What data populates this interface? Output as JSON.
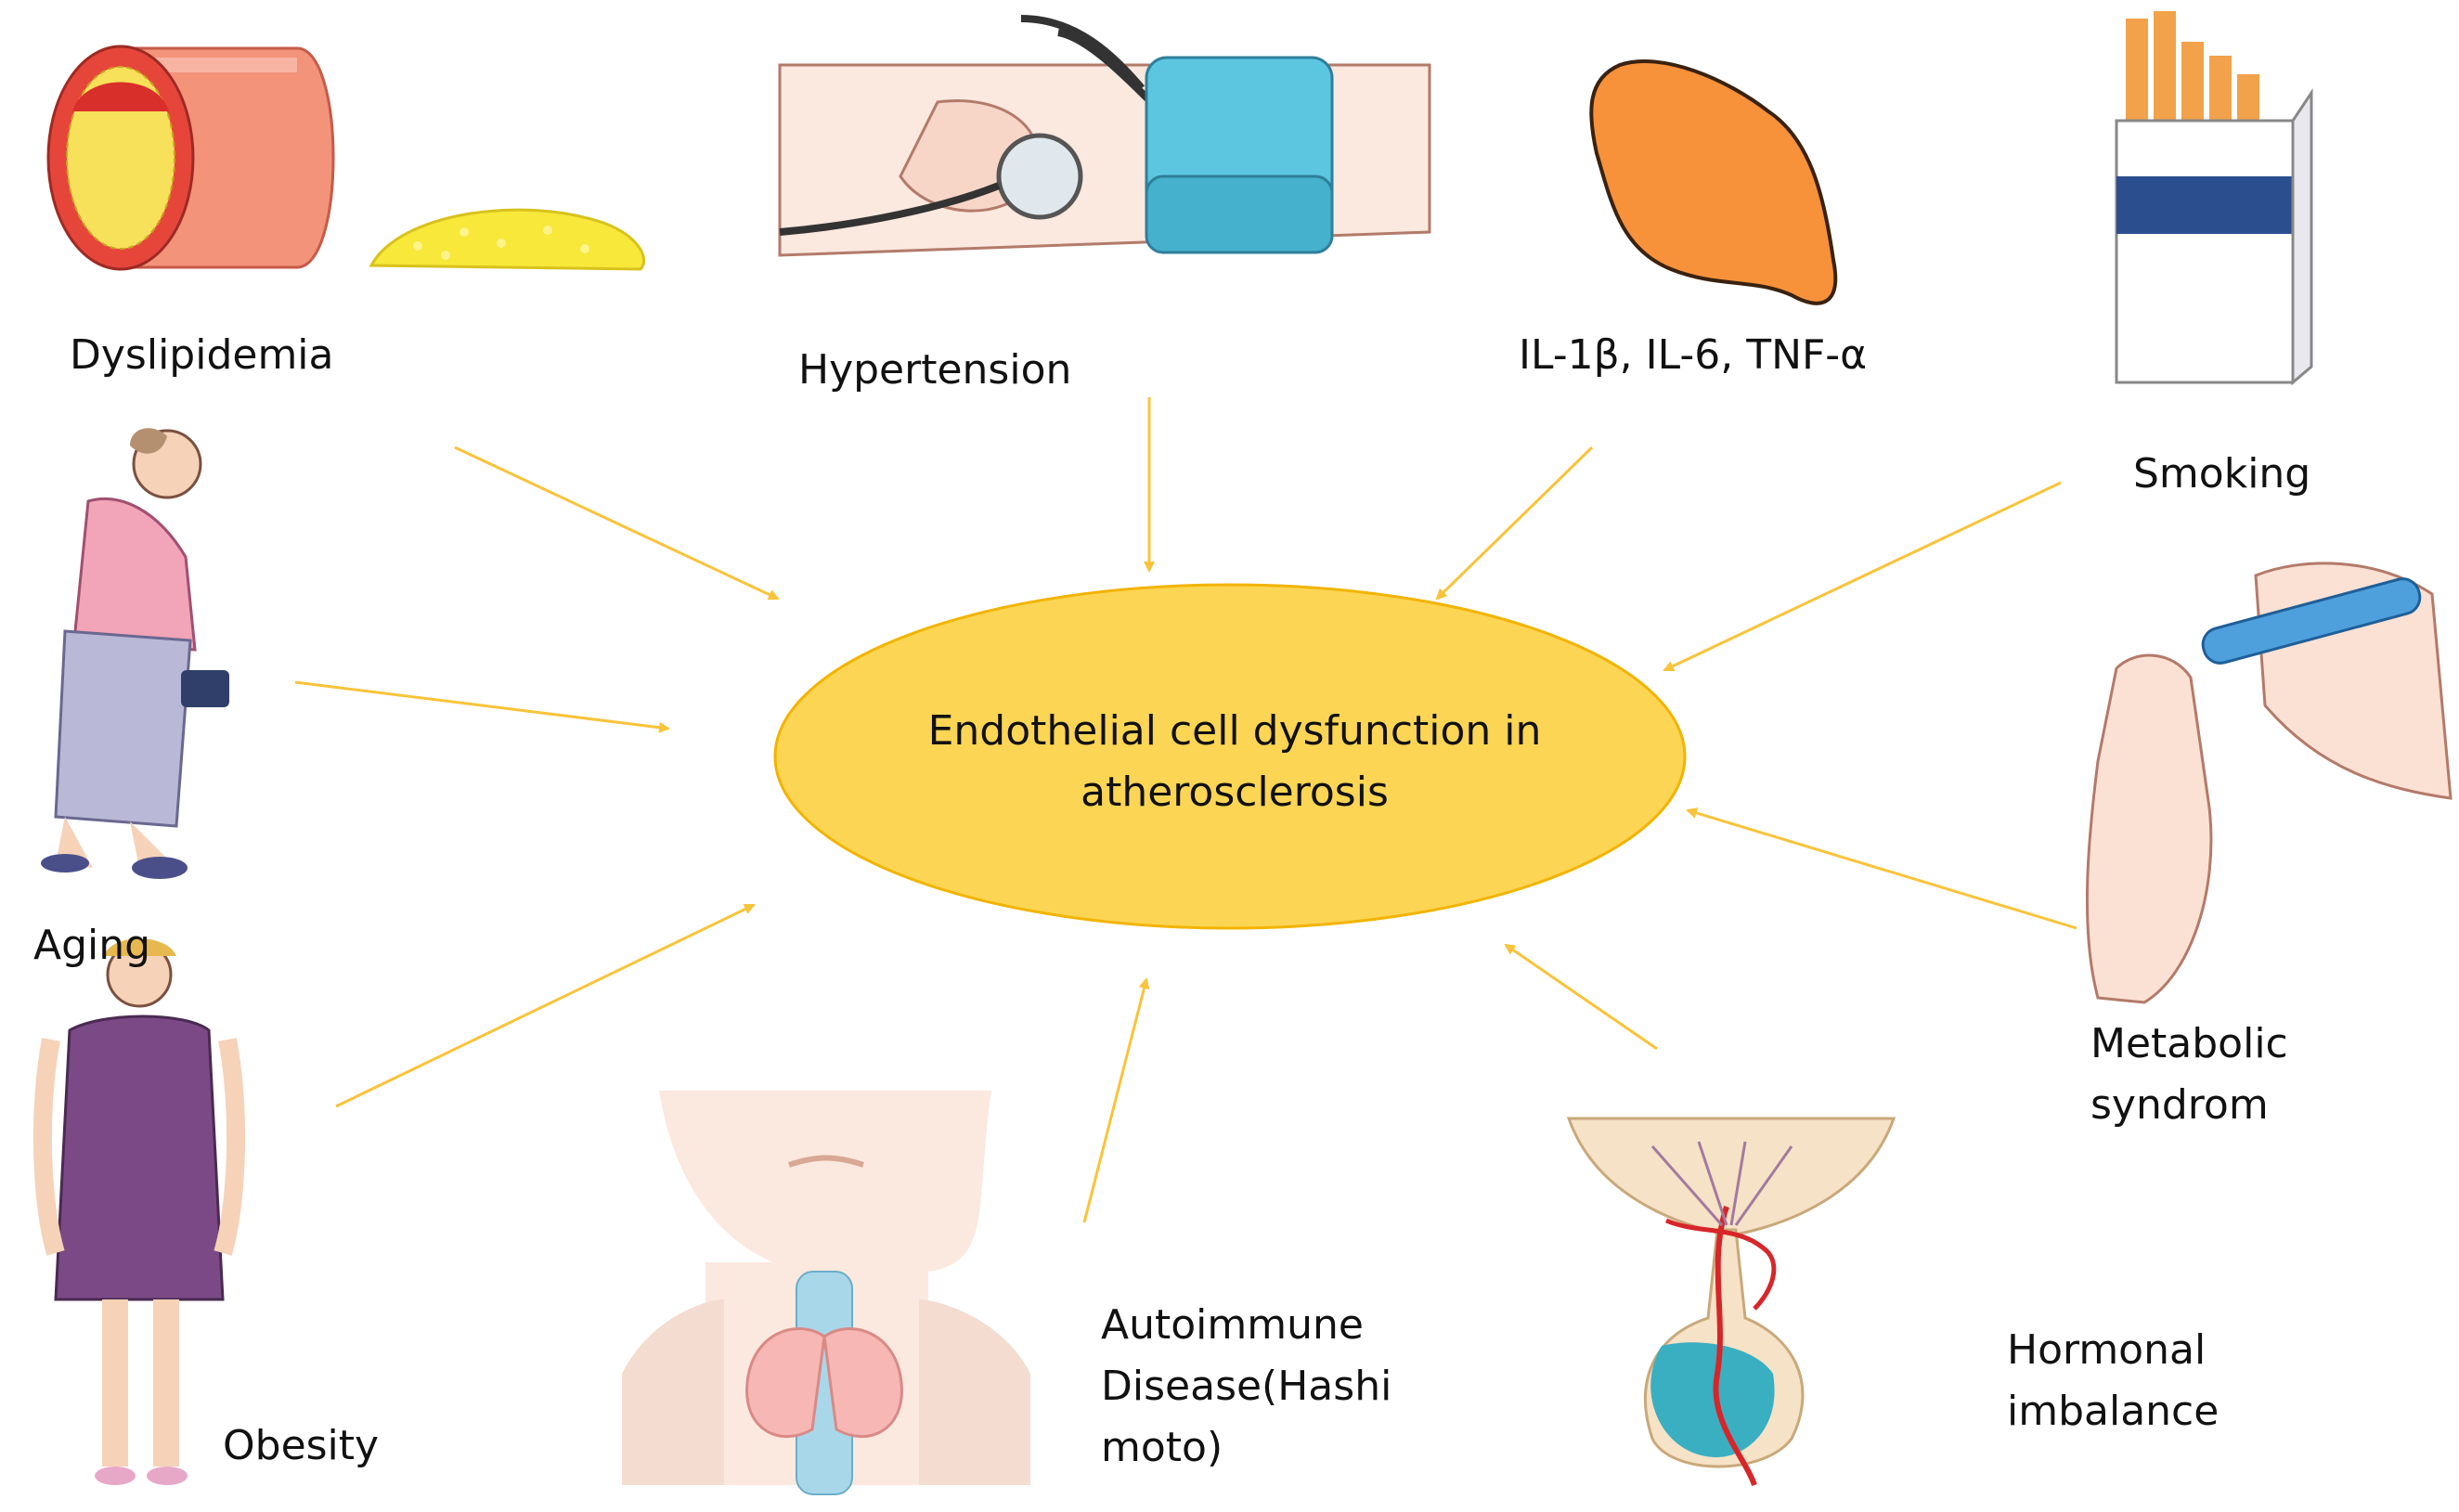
{
  "center": {
    "line1": "Endothelial cell dysfunction in",
    "line2": "atherosclerosis",
    "fill": "#fdd555",
    "stroke": "#f2b400"
  },
  "arrow_color": "#f9c33a",
  "factors": {
    "dyslipidemia": "Dyslipidemia",
    "hypertension": "Hypertension",
    "cytokines": "IL-1β, IL-6, TNF-α",
    "smoking": "Smoking",
    "aging": "Aging",
    "metabolic": {
      "line1": "Metabolic",
      "line2": "syndrom"
    },
    "obesity": "Obesity",
    "autoimmune": {
      "line1": "Autoimmune",
      "line2": "Disease(Hashi",
      "line3": "moto)"
    },
    "hormonal": {
      "line1": "Hormonal",
      "line2": "imbalance"
    }
  }
}
